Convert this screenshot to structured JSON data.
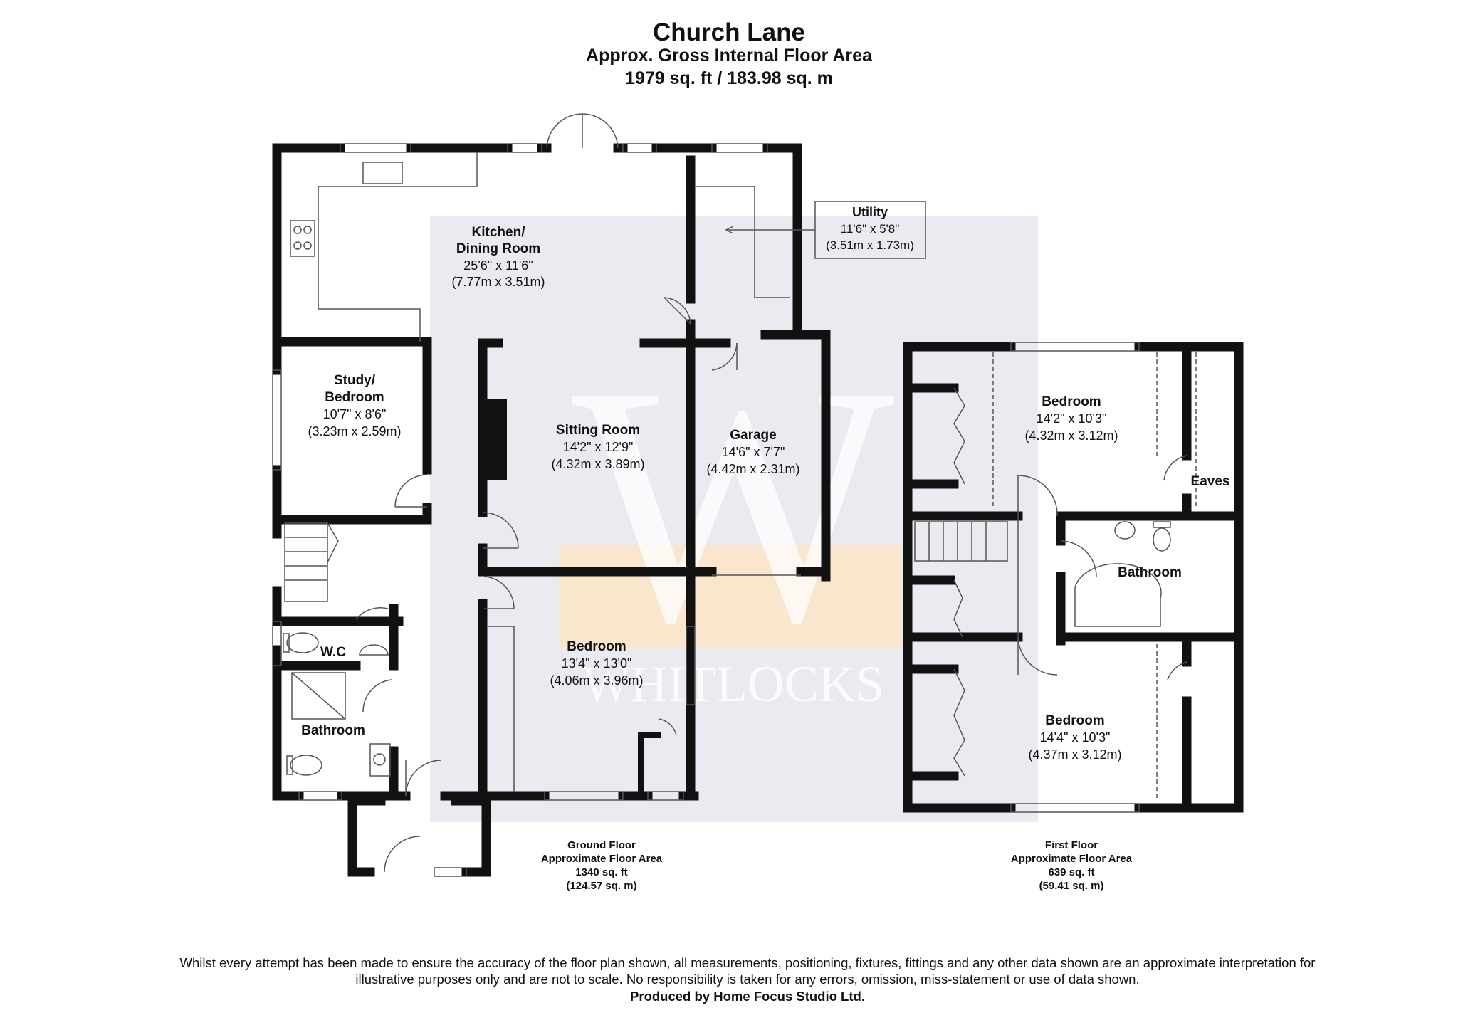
{
  "header": {
    "title": "Church Lane",
    "subtitle": "Approx. Gross Internal Floor Area",
    "total_area": "1979 sq. ft / 183.98 sq. m"
  },
  "watermark": {
    "brand": "WHITLOCKS",
    "letter": "W",
    "color": "#c8cbd8",
    "accent": "#fde5c4"
  },
  "rooms": {
    "kitchen": {
      "name_line1": "Kitchen/",
      "name_line2": "Dining Room",
      "size_imperial": "25'6\" x 11'6\"",
      "size_metric": "(7.77m x 3.51m)"
    },
    "utility": {
      "name": "Utility",
      "size_imperial": "11'6\" x 5'8\"",
      "size_metric": "(3.51m x 1.73m)"
    },
    "study": {
      "name_line1": "Study/",
      "name_line2": "Bedroom",
      "size_imperial": "10'7\" x 8'6\"",
      "size_metric": "(3.23m x 2.59m)"
    },
    "sitting": {
      "name": "Sitting Room",
      "size_imperial": "14'2\" x 12'9\"",
      "size_metric": "(4.32m x 3.89m)"
    },
    "garage": {
      "name": "Garage",
      "size_imperial": "14'6\" x 7'7\"",
      "size_metric": "(4.42m x 2.31m)"
    },
    "wc": {
      "name": "W.C"
    },
    "bathroom_ground": {
      "name": "Bathroom"
    },
    "bedroom_ground": {
      "name": "Bedroom",
      "size_imperial": "13'4\" x 13'0\"",
      "size_metric": "(4.06m x 3.96m)"
    },
    "bedroom_first_1": {
      "name": "Bedroom",
      "size_imperial": "14'2\" x 10'3\"",
      "size_metric": "(4.32m x 3.12m)"
    },
    "eaves": {
      "name": "Eaves"
    },
    "bathroom_first": {
      "name": "Bathroom"
    },
    "bedroom_first_2": {
      "name": "Bedroom",
      "size_imperial": "14'4\" x 10'3\"",
      "size_metric": "(4.37m x 3.12m)"
    }
  },
  "floors": {
    "ground": {
      "name": "Ground Floor",
      "label": "Approximate Floor Area",
      "area_sqft": "1340 sq. ft",
      "area_sqm": "(124.57 sq. m)"
    },
    "first": {
      "name": "First Floor",
      "label": "Approximate Floor Area",
      "area_sqft": "639 sq. ft",
      "area_sqm": "(59.41 sq. m)"
    }
  },
  "footer": {
    "line1": "Whilst every attempt has been made to ensure the accuracy of the floor plan shown, all measurements, positioning, fixtures, fittings and any other data shown are an approximate interpretation for",
    "line2": "illustrative purposes only  and are not to scale. No responsibility is taken for any errors, omission, miss-statement or use of data shown.",
    "credit": "Produced by Home Focus Studio Ltd."
  }
}
